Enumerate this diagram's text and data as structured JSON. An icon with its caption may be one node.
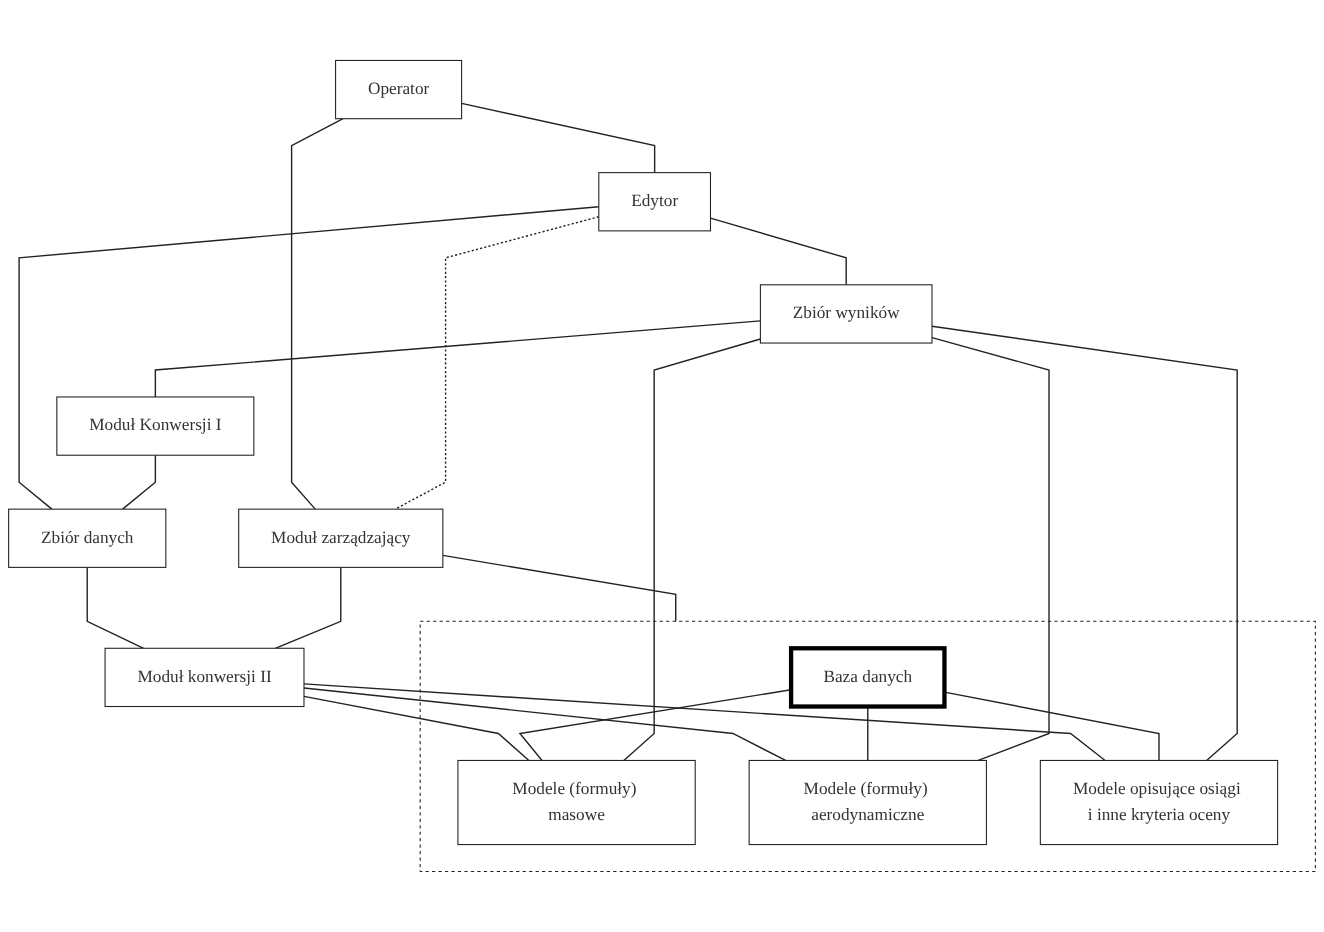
{
  "diagram": {
    "nodes": [
      {
        "text": [
          "Operator"
        ]
      },
      {
        "text": [
          "Edytor"
        ]
      },
      {
        "text": [
          "Moduł zarządzający"
        ]
      },
      {
        "text": [
          "Zbiór wyników"
        ]
      },
      {
        "text": [
          "Moduł Konwersji I"
        ]
      },
      {
        "text": [
          "Zbiór danych"
        ]
      },
      {
        "text": [
          "Moduł konwersji II"
        ]
      },
      {
        "text": [],
        "shape": "box"
      },
      {
        "text": [
          "Modele (formuły) masowe"
        ],
        "in": 7
      },
      {
        "text": [
          "Modele (formuły) aerodynamiczne"
        ],
        "in": 7
      },
      {
        "text": [
          "Modele opisujące osiągi i inne kryteria oceny"
        ],
        "in": 7
      },
      {
        "text": [
          "Baza danych"
        ],
        "in": 7
      }
    ],
    "edges": [
      {
        "from": 0,
        "to": 1,
        "arrow": "none"
      },
      {
        "from": 0,
        "to": 2,
        "arrow": "none"
      },
      {
        "from": 1,
        "to": 2,
        "arrow": "none",
        "style": "dashed"
      },
      {
        "from": 1,
        "to": 3,
        "arrow": "none"
      },
      {
        "from": 1,
        "to": 5,
        "arrow": "none"
      },
      {
        "from": 3,
        "to": 4,
        "arrow": "none"
      },
      {
        "from": 4,
        "to": 5,
        "arrow": "none"
      },
      {
        "from": 5,
        "to": 6,
        "arrow": "none"
      },
      {
        "from": 2,
        "to": 6,
        "arrow": "none"
      },
      {
        "from": 2,
        "to": 7,
        "arrow": "none"
      },
      {
        "from": 6,
        "to": 8,
        "arrow": "none"
      },
      {
        "from": 6,
        "to": 9,
        "arrow": "none"
      },
      {
        "from": 6,
        "to": 10,
        "arrow": "none"
      },
      {
        "from": 11,
        "to": 8,
        "arrow": "none"
      },
      {
        "from": 11,
        "to": 9,
        "arrow": "none"
      },
      {
        "from": 11,
        "to": 10,
        "arrow": "none"
      },
      {
        "from": 3,
        "to": 8,
        "arrow": "none"
      },
      {
        "from": 3,
        "to": 9,
        "arrow": "none"
      },
      {
        "from": 3,
        "to": 10,
        "arrow": "none"
      }
    ]
  }
}
